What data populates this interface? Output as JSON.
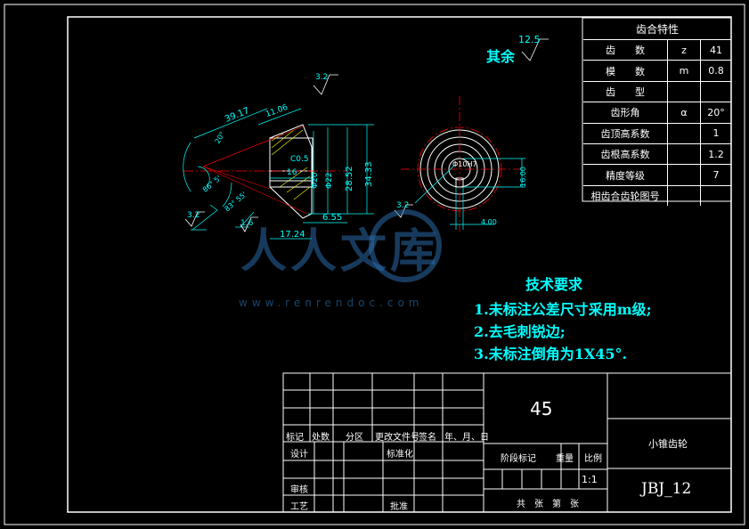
{
  "roughness": {
    "other_label": "其余",
    "other_value": "12.5",
    "callout_a": "3.2",
    "callout_b": "3.2",
    "callout_c": "1.6",
    "callout_d": "3.2"
  },
  "dimensions": {
    "d1": "39.17",
    "d2": "11.06",
    "d3": "C0.5",
    "d4": "16",
    "d5": "Φ20",
    "d6": "Φ22",
    "d7": "28.52",
    "d8": "34.33",
    "d9": "6.55",
    "d10": "17.24",
    "d11": "16.00",
    "d12": "4.00",
    "d13": "Φ10H7",
    "angle1": "20°",
    "angle2": "86° 5'",
    "angle3": "83° 55'"
  },
  "spec_table": {
    "title": "齿合特性",
    "rows": [
      {
        "name": "齿　　数",
        "sym": "z",
        "val": "41"
      },
      {
        "name": "模　　数",
        "sym": "m",
        "val": "0.8"
      },
      {
        "name": "齿　　型",
        "sym": "",
        "val": ""
      },
      {
        "name": "齿形角",
        "sym": "α",
        "val": "20°"
      },
      {
        "name": "齿顶高系数",
        "sym": "",
        "val": "1"
      },
      {
        "name": "齿根高系数",
        "sym": "",
        "val": "1.2"
      },
      {
        "name": "精度等级",
        "sym": "",
        "val": "7"
      },
      {
        "name": "相齿合齿轮图号",
        "sym": "",
        "val": ""
      }
    ]
  },
  "tech_req": {
    "title": "技术要求",
    "items": [
      "1.未标注公差尺寸采用m级;",
      "2.去毛刺锐边;",
      "3.未标注倒角为1X45°."
    ]
  },
  "watermark": {
    "text": "人人文库",
    "url": "www.renrendoc.com"
  },
  "title_block": {
    "material": "45",
    "part_name": "小锥齿轮",
    "drawing_no": "JBJ_12",
    "scale": "1:1",
    "labels": {
      "mark": "标记",
      "count": "处数",
      "zone": "分区",
      "doc_no": "更改文件号",
      "sign": "签名",
      "date": "年、月、日",
      "design": "设计",
      "standard": "标准化",
      "review": "审核",
      "process": "工艺",
      "approve": "批准",
      "stage_mark": "阶段标记",
      "weight": "重量",
      "ratio": "比例",
      "sheets": "共　张　第　张"
    }
  }
}
